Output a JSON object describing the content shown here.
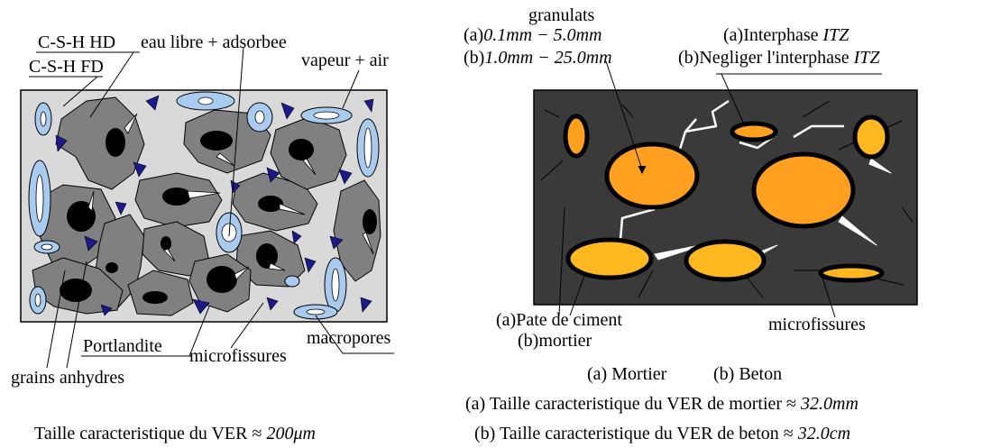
{
  "left": {
    "labels": {
      "csh_hd": "C-S-H HD",
      "csh_fd": "C-S-H FD",
      "eau": "eau libre + adsorbee",
      "vapeur": "vapeur + air",
      "portlandite": "Portlandite",
      "microfissures": "microfissures",
      "macropores": "macropores",
      "grains": "grains anhydres"
    },
    "caption_text": "Taille caracteristique du VER ≈ ",
    "caption_math": "200μm"
  },
  "right": {
    "labels": {
      "granulats": "granulats",
      "granulats_a_prefix": "(a)",
      "granulats_a_math": "0.1mm − 5.0mm",
      "granulats_b_prefix": "(b)",
      "granulats_b_math": "1.0mm − 25.0mm",
      "itz_a_text": "(a)Interphase ",
      "itz_a_math": "ITZ",
      "itz_b_text": "(b)Negliger l'interphase ",
      "itz_b_math": "ITZ",
      "pate": "(a)Pate de ciment",
      "mortier": "(b)mortier",
      "microfissures": "microfissures"
    },
    "sub_a": "(a) Mortier",
    "sub_b": "(b) Beton",
    "caption_a_text": "(a) Taille caracteristique du VER de mortier ≈ ",
    "caption_a_math": "32.0mm",
    "caption_b_text": "(b) Taille caracteristique du VER de beton ≈ ",
    "caption_b_math": "32.0cm"
  },
  "colors": {
    "paste_bg": "#d9d9d9",
    "grain": "#808080",
    "pore": "#a9cbf0",
    "portlandite": "#1a1a8c",
    "matrix": "#3a3a3a",
    "aggregate": "#ffa020",
    "aggregate_light": "#ffb820"
  }
}
